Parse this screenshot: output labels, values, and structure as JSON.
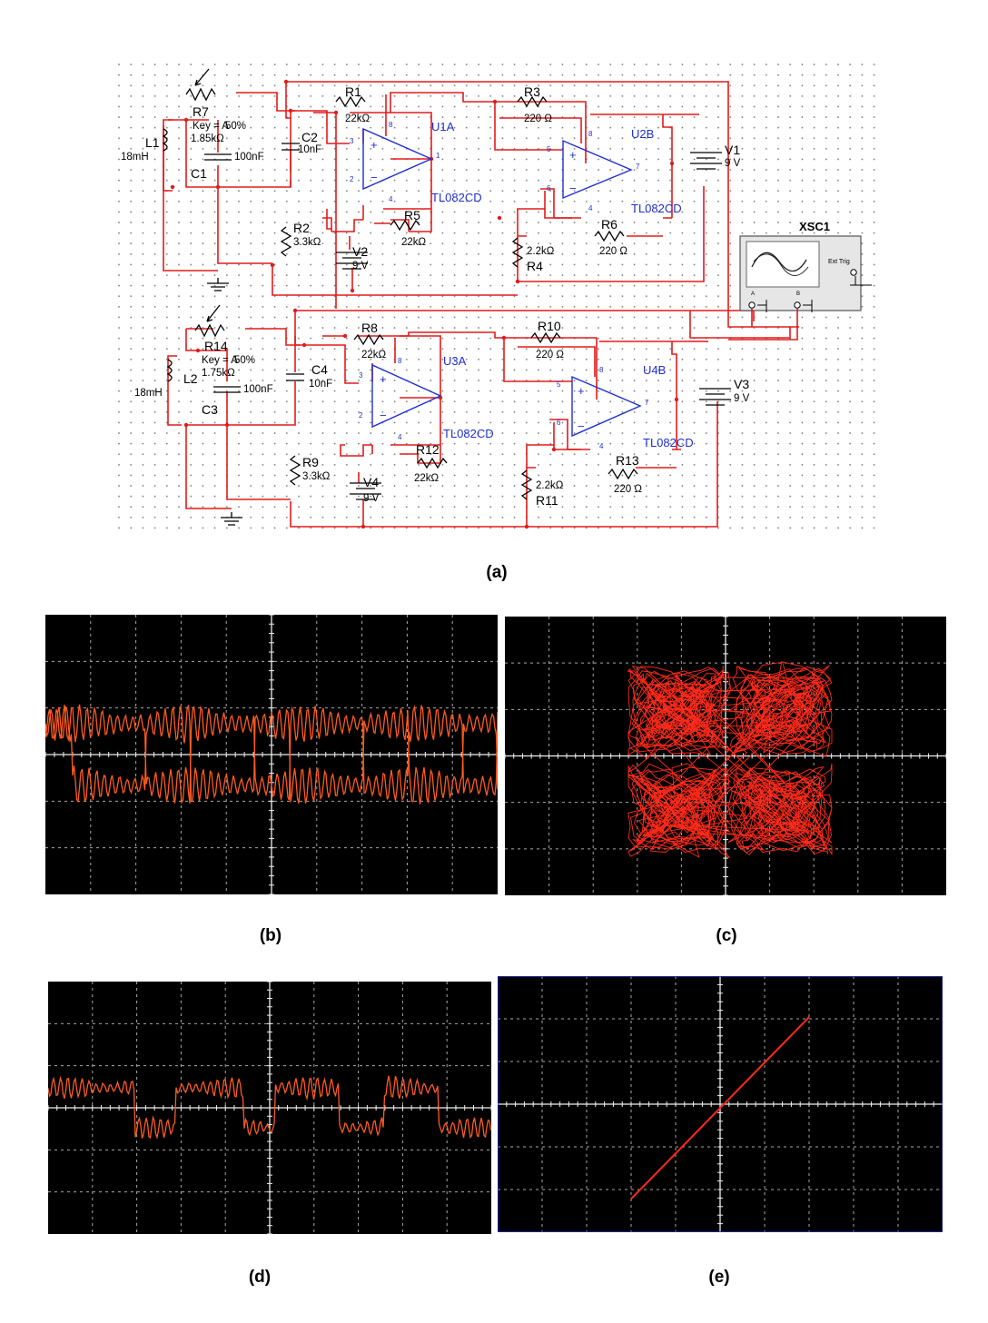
{
  "figure": {
    "captions": {
      "a": "(a)",
      "b": "(b)",
      "c": "(c)",
      "d": "(d)",
      "e": "(e)"
    }
  },
  "schematic": {
    "upper": {
      "potentiometer": {
        "name": "R7",
        "key": "Key = A",
        "percent": "50%",
        "value": "1.85kΩ"
      },
      "inductor": {
        "name": "L1",
        "value": "18mH"
      },
      "c1": {
        "name": "C1",
        "value": "100nF"
      },
      "c2": {
        "name": "C2",
        "value": "10nF"
      },
      "r1": {
        "name": "R1",
        "value": "22kΩ"
      },
      "r2": {
        "name": "R2",
        "value": "3.3kΩ"
      },
      "r3": {
        "name": "R3",
        "value": "220 Ω"
      },
      "r4": {
        "name": "R4",
        "value": "2.2kΩ"
      },
      "r5": {
        "name": "R5",
        "value": "22kΩ"
      },
      "r6": {
        "name": "R6",
        "value": "220 Ω"
      },
      "v1": {
        "name": "V1",
        "value": "9 V"
      },
      "v2": {
        "name": "V2",
        "value": "9 V"
      },
      "u1a": {
        "name": "U1A",
        "part": "TL082CD"
      },
      "u2b": {
        "name": "U2B",
        "part": "TL082CD"
      }
    },
    "lower": {
      "potentiometer": {
        "name": "R14",
        "key": "Key = A",
        "percent": "50%",
        "value": "1.75kΩ"
      },
      "inductor": {
        "name": "L2",
        "value": "18mH"
      },
      "c3": {
        "name": "C3",
        "value": "100nF"
      },
      "c4": {
        "name": "C4",
        "value": "10nF"
      },
      "r8": {
        "name": "R8",
        "value": "22kΩ"
      },
      "r9": {
        "name": "R9",
        "value": "3.3kΩ"
      },
      "r10": {
        "name": "R10",
        "value": "220 Ω"
      },
      "r11": {
        "name": "R11",
        "value": "2.2kΩ"
      },
      "r12": {
        "name": "R12",
        "value": "22kΩ"
      },
      "r13": {
        "name": "R13",
        "value": "220 Ω"
      },
      "v3": {
        "name": "V3",
        "value": "9 V"
      },
      "v4": {
        "name": "V4",
        "value": "9 V"
      },
      "u3a": {
        "name": "U3A",
        "part": "TL082CD"
      },
      "u4b": {
        "name": "U4B",
        "part": "TL082CD"
      }
    },
    "oscilloscope": {
      "name": "XSC1",
      "trigger": "Ext Trig",
      "channel_a": "A",
      "channel_b": "B"
    }
  },
  "colors": {
    "wire": "#e21b1b",
    "opamp": "#1f2fd0",
    "trace": "#ff2a1a",
    "trace_waveform": "#ff5a20",
    "screen": "#000000"
  },
  "scopes": {
    "b": {
      "type": "time-waveform",
      "grid": "10x6"
    },
    "c": {
      "type": "xy-phase-portrait",
      "grid": "10x6"
    },
    "d": {
      "type": "time-waveform",
      "grid": "10x6"
    },
    "e": {
      "type": "xy-phase-portrait",
      "grid": "10x6"
    }
  }
}
